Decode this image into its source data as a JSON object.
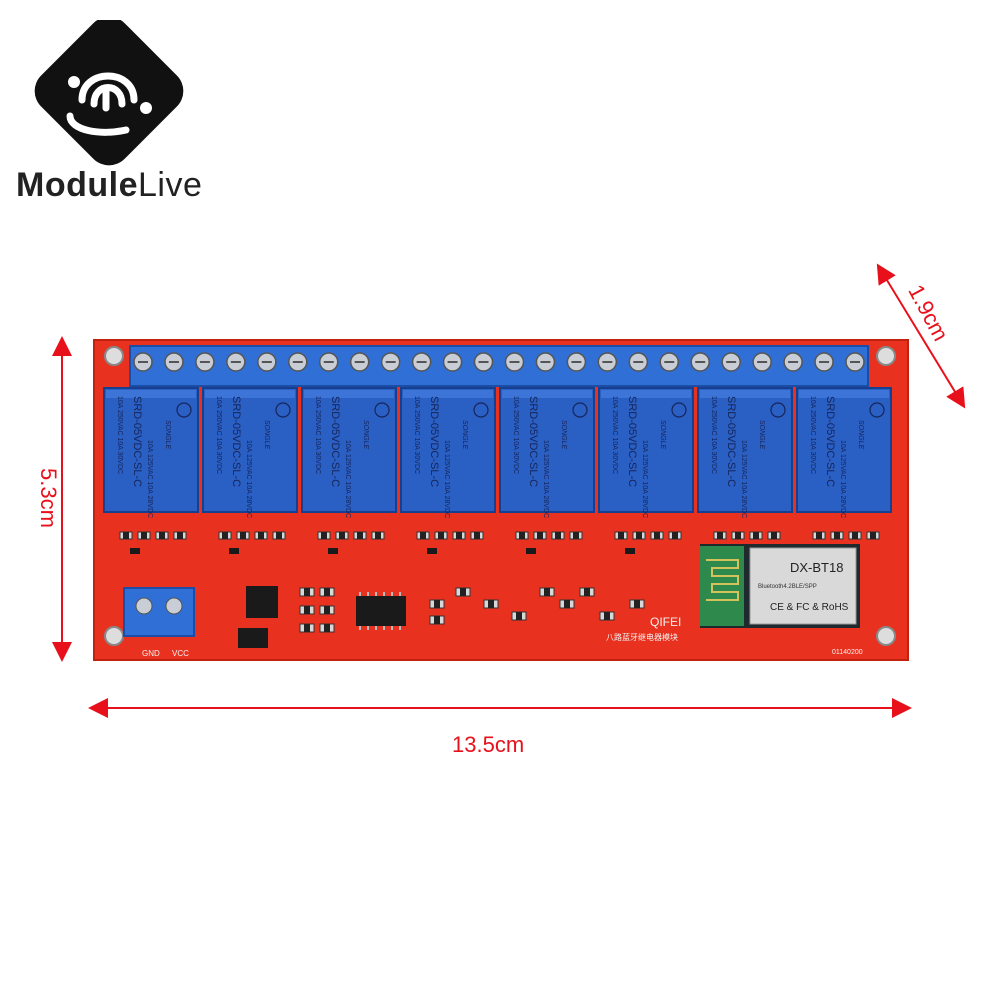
{
  "brand": {
    "name_bold": "Module",
    "name_light": "Live"
  },
  "dimensions": {
    "width": "13.5cm",
    "height": "5.3cm",
    "depth": "1.9cm"
  },
  "board": {
    "relay_count": 8,
    "relay_model": "SRD-05VDC-SL-C",
    "relay_brand": "SONGLE",
    "relay_rating_1": "10A 250VAC",
    "relay_rating_2": "10A 30VDC",
    "relay_rating_3": "10A 125VAC",
    "relay_rating_4": "10A 28VDC",
    "bt_module": "DX-BT18",
    "bt_sub": "Bluetooth4.2BLE/SPP",
    "bt_marks": "CE & FC & RoHS",
    "power_label_gnd": "GND",
    "power_label_vcc": "VCC",
    "maker_logo": "QIFEI",
    "chinese_label": "八路蓝牙继电器模块",
    "board_code": "01140200"
  },
  "colors": {
    "pcb": "#e8321f",
    "relay": "#2a5fc4",
    "terminal": "#2f6fd6",
    "arrow": "#e8101a"
  }
}
